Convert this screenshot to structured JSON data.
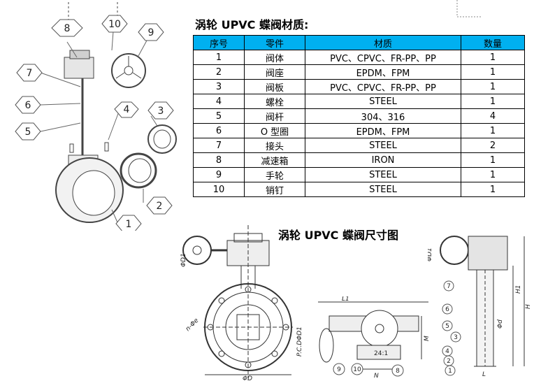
{
  "headings": {
    "materials": "涡轮 UPVC 蝶阀材质:",
    "dimensions": "涡轮 UPVC 蝶阀尺寸图"
  },
  "table": {
    "headers": [
      "序号",
      "零件",
      "材质",
      "数量"
    ],
    "rows": [
      [
        "1",
        "阀体",
        "PVC、CPVC、FR-PP、PP",
        "1"
      ],
      [
        "2",
        "阀座",
        "EPDM、FPM",
        "1"
      ],
      [
        "3",
        "阀板",
        "PVC、CPVC、FR-PP、PP",
        "1"
      ],
      [
        "4",
        "螺栓",
        "STEEL",
        "1"
      ],
      [
        "5",
        "阀杆",
        "304、316",
        "4"
      ],
      [
        "6",
        "O 型圈",
        "EPDM、FPM",
        "1"
      ],
      [
        "7",
        "接头",
        "STEEL",
        "2"
      ],
      [
        "8",
        "减速箱",
        "IRON",
        "1"
      ],
      [
        "9",
        "手轮",
        "STEEL",
        "1"
      ],
      [
        "10",
        "销钉",
        "STEEL",
        "1"
      ]
    ]
  },
  "exploded_labels": [
    "1",
    "2",
    "3",
    "4",
    "5",
    "6",
    "7",
    "8",
    "9",
    "10"
  ],
  "drawing_labels": {
    "d1": "ΦD1",
    "n_phi_e": "n-Φe",
    "pcd": "P.C.DΦD1",
    "d": "ΦD",
    "l1": "L1",
    "m": "M",
    "n": "N",
    "h1": "H1",
    "h": "H",
    "l": "L",
    "phi_d": "Φd",
    "ratio": "24:1"
  },
  "side_callouts": [
    "7",
    "6",
    "5",
    "4",
    "3",
    "2",
    "1"
  ],
  "bottom_callouts": [
    "9",
    "10",
    "8"
  ]
}
